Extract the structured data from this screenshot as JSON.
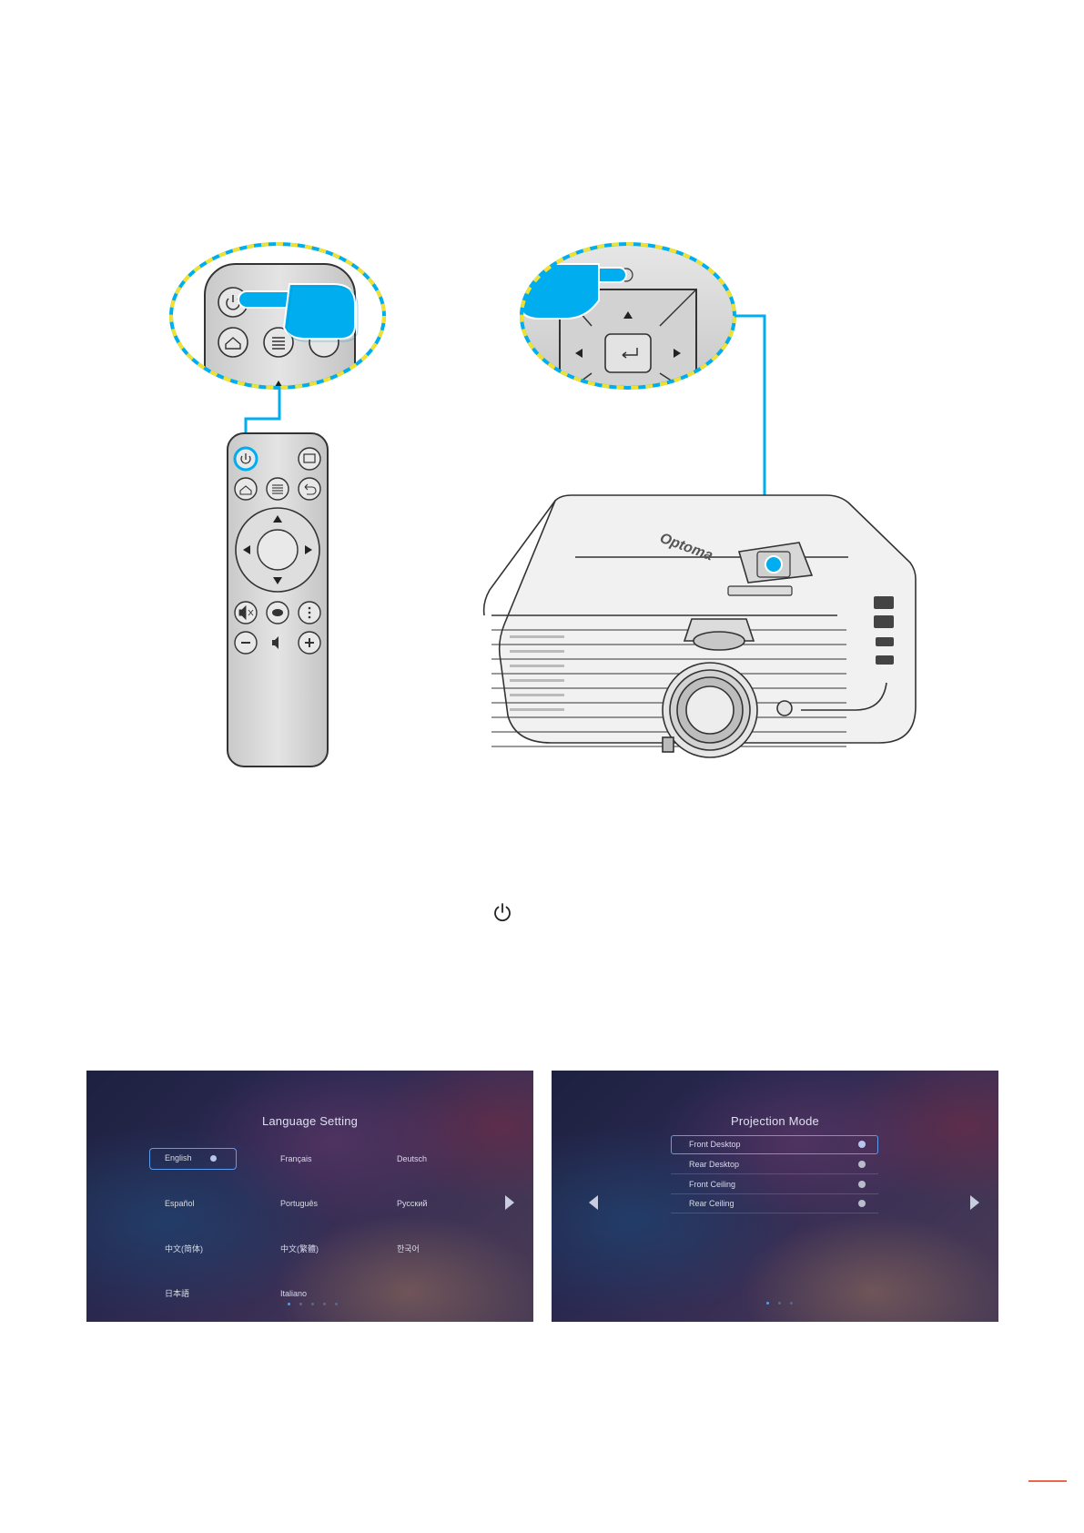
{
  "figure": {
    "brand": "Optoma"
  },
  "language_screen": {
    "title": "Language Setting",
    "languages": [
      {
        "label": "English",
        "selected": true
      },
      {
        "label": "Français",
        "selected": false
      },
      {
        "label": "Deutsch",
        "selected": false
      },
      {
        "label": "Español",
        "selected": false
      },
      {
        "label": "Português",
        "selected": false
      },
      {
        "label": "Русский",
        "selected": false
      },
      {
        "label": "中文(简体)",
        "selected": false
      },
      {
        "label": "中文(繁體)",
        "selected": false
      },
      {
        "label": "한국어",
        "selected": false
      },
      {
        "label": "日本語",
        "selected": false
      },
      {
        "label": "Italiano",
        "selected": false
      }
    ]
  },
  "projection_screen": {
    "title": "Projection Mode",
    "modes": [
      {
        "label": "Front Desktop",
        "selected": true
      },
      {
        "label": "Rear Desktop",
        "selected": false
      },
      {
        "label": "Front Ceiling",
        "selected": false
      },
      {
        "label": "Rear Ceiling",
        "selected": false
      }
    ]
  },
  "colors": {
    "highlight": "#00aeef",
    "dash_alt": "#f0e130",
    "focus_border": "#5a9cf0",
    "page_rule": "#e8684a"
  },
  "icons": [
    "power-icon",
    "input-icon",
    "home-icon",
    "menu-icon",
    "back-icon",
    "mute-icon",
    "bluetooth-icon",
    "options-icon",
    "volume-icon",
    "plus-icon",
    "minus-icon",
    "enter-icon",
    "hand-pointer-icon"
  ]
}
